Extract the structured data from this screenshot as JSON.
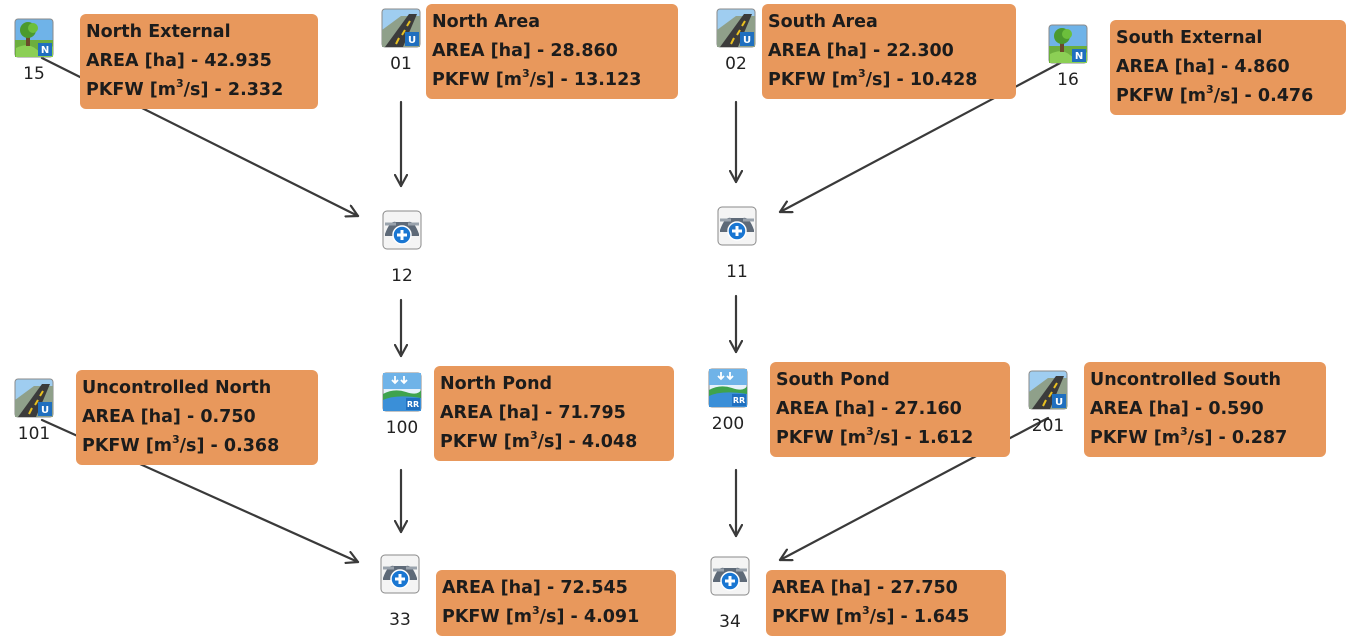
{
  "nodes": [
    {
      "key": "n15",
      "id": "15",
      "type": "external-catchment",
      "icon": "nature-catchment-icon"
    },
    {
      "key": "n01",
      "id": "01",
      "type": "urban-catchment",
      "icon": "urban-catchment-icon"
    },
    {
      "key": "n02",
      "id": "02",
      "type": "urban-catchment",
      "icon": "urban-catchment-icon"
    },
    {
      "key": "n16",
      "id": "16",
      "type": "external-catchment",
      "icon": "nature-catchment-icon"
    },
    {
      "key": "n12",
      "id": "12",
      "type": "junction",
      "icon": "junction-add-icon"
    },
    {
      "key": "n11",
      "id": "11",
      "type": "junction",
      "icon": "junction-add-icon"
    },
    {
      "key": "n101",
      "id": "101",
      "type": "urban-catchment",
      "icon": "urban-catchment-icon"
    },
    {
      "key": "n100",
      "id": "100",
      "type": "pond",
      "icon": "pond-icon"
    },
    {
      "key": "n200",
      "id": "200",
      "type": "pond",
      "icon": "pond-icon"
    },
    {
      "key": "n201",
      "id": "201",
      "type": "urban-catchment",
      "icon": "urban-catchment-icon"
    },
    {
      "key": "n33",
      "id": "33",
      "type": "junction",
      "icon": "junction-add-icon"
    },
    {
      "key": "n34",
      "id": "34",
      "type": "junction",
      "icon": "junction-add-icon"
    }
  ],
  "labels": {
    "north_external": {
      "name": "North External",
      "area": "AREA [ha] - 42.935",
      "pkfw_prefix": "PKFW [m",
      "pkfw_suffix": "/s] - 2.332"
    },
    "north_area": {
      "name": "North Area",
      "area": "AREA [ha] - 28.860",
      "pkfw_prefix": "PKFW [m",
      "pkfw_suffix": "/s] - 13.123"
    },
    "south_area": {
      "name": "South Area",
      "area": "AREA [ha] - 22.300",
      "pkfw_prefix": "PKFW [m",
      "pkfw_suffix": "/s] - 10.428"
    },
    "south_external": {
      "name": "South External",
      "area": "AREA [ha] - 4.860",
      "pkfw_prefix": "PKFW [m",
      "pkfw_suffix": "/s] - 0.476"
    },
    "uncontrolled_north": {
      "name": "Uncontrolled North",
      "area": "AREA [ha] - 0.750",
      "pkfw_prefix": "PKFW [m",
      "pkfw_suffix": "/s] - 0.368"
    },
    "north_pond": {
      "name": "North Pond",
      "area": "AREA [ha] - 71.795",
      "pkfw_prefix": "PKFW [m",
      "pkfw_suffix": "/s] - 4.048"
    },
    "south_pond": {
      "name": "South Pond",
      "area": "AREA [ha] - 27.160",
      "pkfw_prefix": "PKFW [m",
      "pkfw_suffix": "/s] - 1.612"
    },
    "uncontrolled_south": {
      "name": "Uncontrolled South",
      "area": "AREA [ha] - 0.590",
      "pkfw_prefix": "PKFW [m",
      "pkfw_suffix": "/s] - 0.287"
    },
    "junction_33": {
      "area": "AREA [ha] - 72.545",
      "pkfw_prefix": "PKFW [m",
      "pkfw_suffix": "/s] - 4.091"
    },
    "junction_34": {
      "area": "AREA [ha] - 27.750",
      "pkfw_prefix": "PKFW [m",
      "pkfw_suffix": "/s] - 1.645"
    }
  },
  "superscript": "3",
  "colors": {
    "label_fill": "#e8985c",
    "arrow": "#3a3a3a",
    "urban_badge": "#1f6fbf",
    "junction_plus": "#1976d2",
    "pond_water": "#3a8fd8",
    "pond_grass": "#3fa34d"
  }
}
